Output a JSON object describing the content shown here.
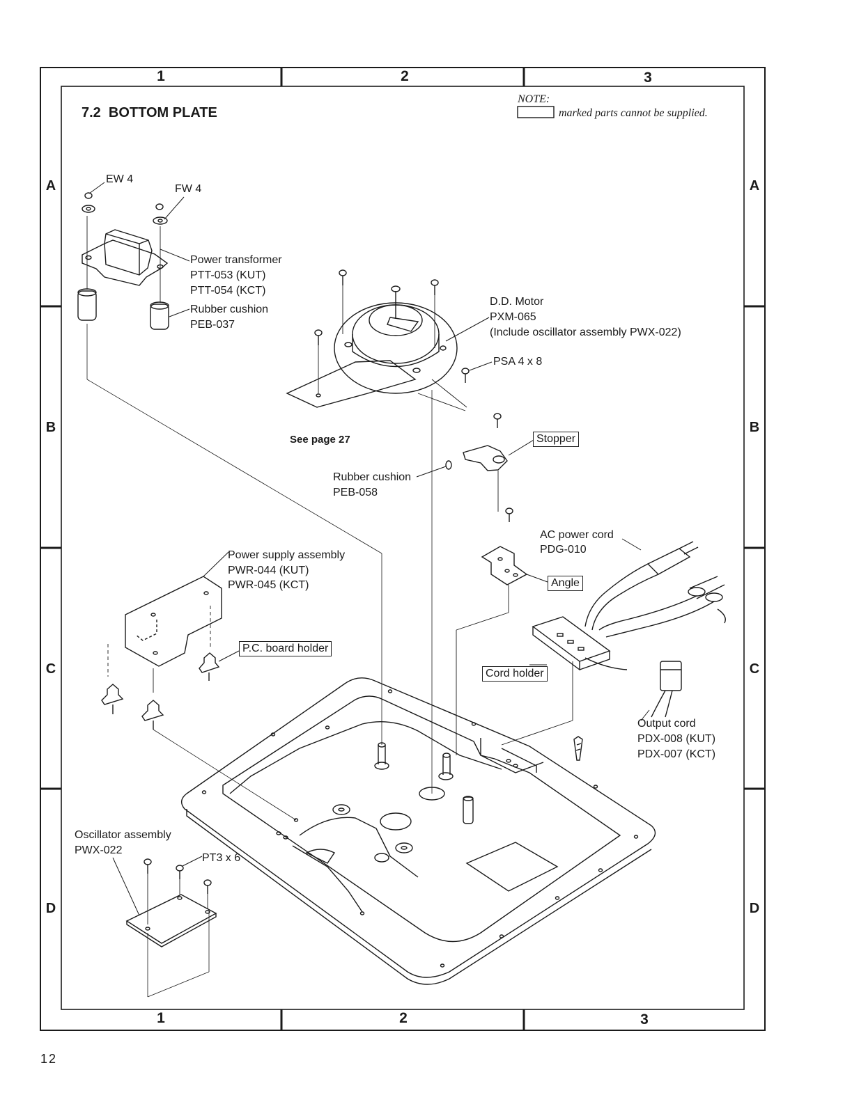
{
  "title": "7.2  BOTTOM PLATE",
  "note": {
    "heading": "NOTE:",
    "text": "marked parts cannot be supplied."
  },
  "zones": {
    "columns": [
      "1",
      "2",
      "3"
    ],
    "rows": [
      "A",
      "B",
      "C",
      "D"
    ]
  },
  "labels": {
    "ew4": "EW 4",
    "fw4": "FW 4",
    "power_transformer": "Power transformer",
    "ptt053": "PTT-053 (KUT)",
    "ptt054": "PTT-054 (KCT)",
    "rubber_cushion_1": "Rubber cushion",
    "peb037": "PEB-037",
    "dd_motor": "D.D. Motor",
    "pxm065": "PXM-065",
    "include_osc": "(Include oscillator assembly PWX-022)",
    "psa": "PSA 4 x 8",
    "see_page": "See page 27",
    "stopper": "Stopper",
    "rubber_cushion_2": "Rubber cushion",
    "peb058": "PEB-058",
    "ac_power_cord": "AC power cord",
    "pdg010": "PDG-010",
    "angle": "Angle",
    "power_supply": "Power supply assembly",
    "pwr044": "PWR-044 (KUT)",
    "pwr045": "PWR-045 (KCT)",
    "pc_board_holder": "P.C. board holder",
    "cord_holder": "Cord holder",
    "output_cord": "Output cord",
    "pdx008": "PDX-008 (KUT)",
    "pdx007": "PDX-007 (KCT)",
    "oscillator": "Oscillator assembly",
    "pwx022": "PWX-022",
    "pt3": "PT3 x 6"
  },
  "page_number": "12"
}
